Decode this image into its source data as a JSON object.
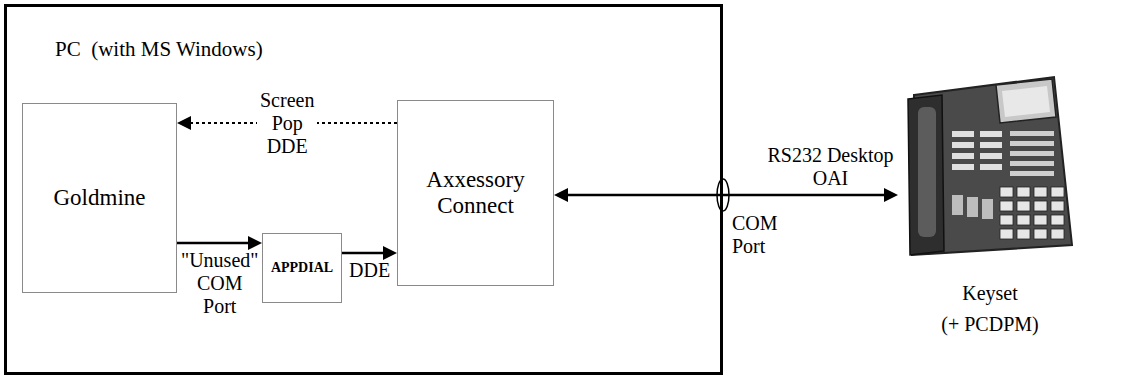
{
  "diagram": {
    "nodes": [
      {
        "text": [
          "PC  (with MS Windows)"
        ]
      },
      {
        "text": [
          "Goldmine"
        ],
        "in": 0
      },
      {
        "text": [
          "APPDIAL"
        ],
        "in": 0
      },
      {
        "text": [
          "Axxessory Connect"
        ],
        "in": 0
      },
      {
        "text": [
          "Keyset",
          "(+ PCDPM)"
        ]
      }
    ],
    "edges": [
      {
        "from": 3,
        "to": 1,
        "label": "Screen Pop DDE",
        "arrow": "to"
      },
      {
        "from": 1,
        "to": 2,
        "label": "\"Unused\" COM Port",
        "arrow": "to"
      },
      {
        "from": 2,
        "to": 3,
        "label": "DDE",
        "arrow": "to"
      },
      {
        "from": 3,
        "to": 4,
        "label": "RS232 Desktop OAI",
        "arrow": "both"
      }
    ],
    "labels": [
      "COM Port"
    ]
  }
}
